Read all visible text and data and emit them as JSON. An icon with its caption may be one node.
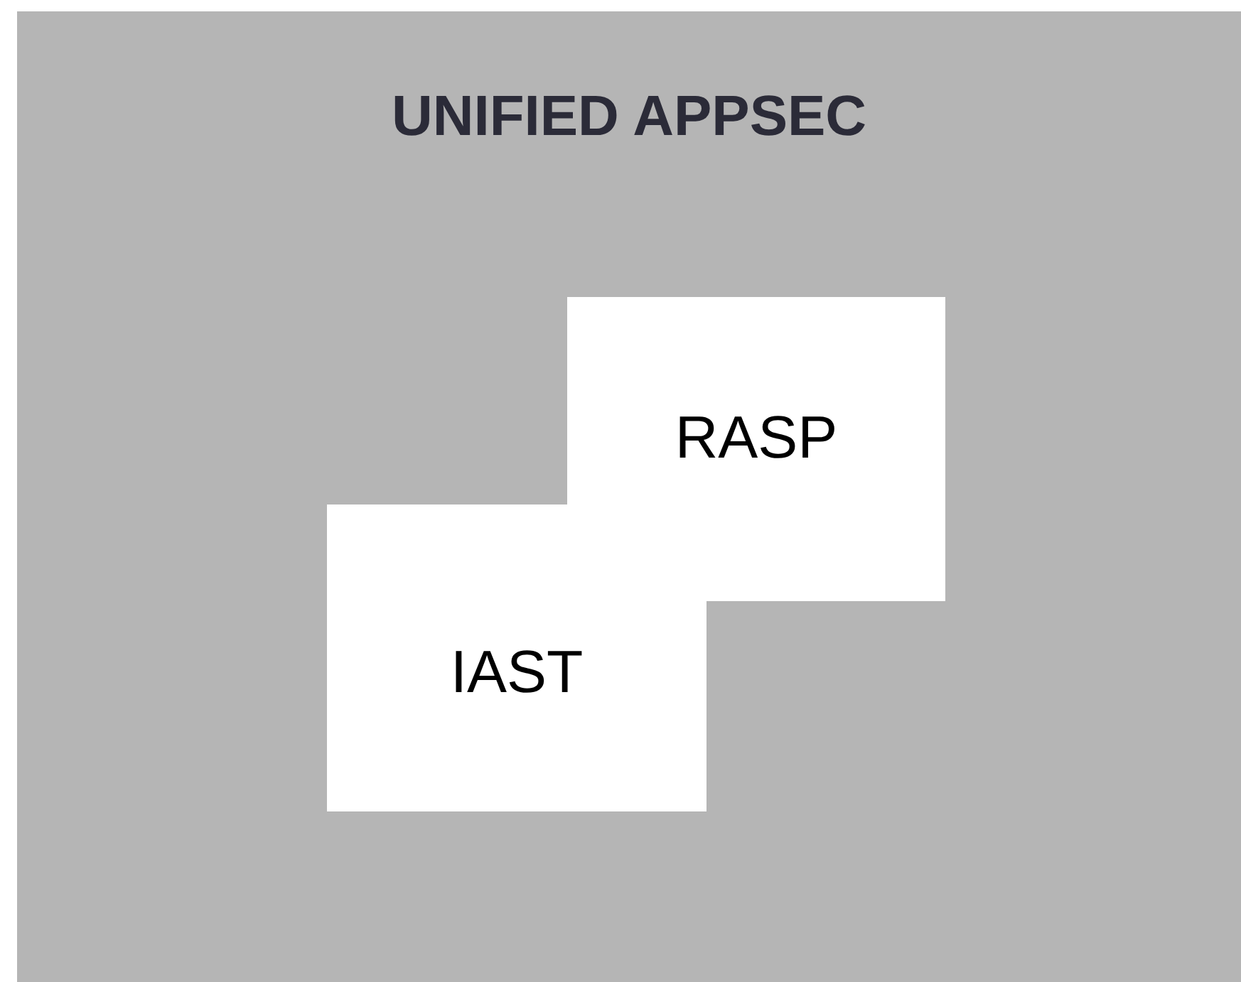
{
  "diagram": {
    "title": "UNIFIED APPSEC",
    "nodes": [
      {
        "text": [
          "RASP"
        ]
      },
      {
        "text": [
          "IAST"
        ]
      }
    ],
    "edges": []
  }
}
